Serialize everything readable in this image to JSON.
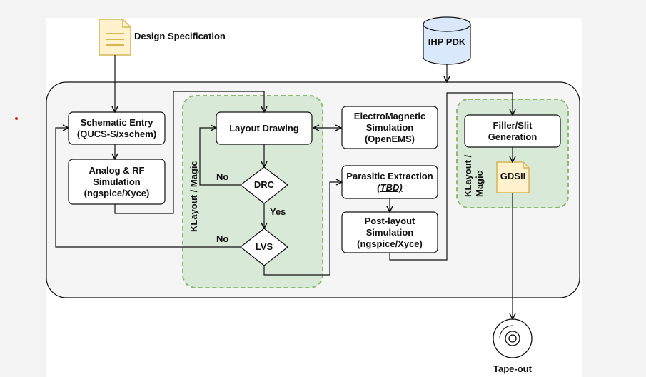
{
  "inputs": {
    "design_spec": "Design Specification",
    "pdk": "IHP PDK"
  },
  "nodes": {
    "schematic": [
      "Schematic Entry",
      "(QUCS-S/xschem)"
    ],
    "analog_sim": [
      "Analog & RF",
      "Simulation",
      "(ngspice/Xyce)"
    ],
    "layout": "Layout Drawing",
    "drc": "DRC",
    "lvs": "LVS",
    "em_sim": [
      "ElectroMagnetic",
      "Simulation",
      "(OpenEMS)"
    ],
    "parasitic": [
      "Parasitic Extraction",
      "(TBD)"
    ],
    "post_layout": [
      "Post-layout",
      "Simulation",
      "(ngspice/Xyce)"
    ],
    "filler": [
      "Filler/Slit",
      "Generation"
    ],
    "gdsii": "GDSII",
    "tapeout": "Tape-out"
  },
  "edge_labels": {
    "drc_no": "No",
    "drc_yes": "Yes",
    "lvs_no": "No"
  },
  "groups": {
    "layout_tool": "KLayout / Magic",
    "filler_tool": [
      "KLayout /",
      "Magic"
    ]
  },
  "colors": {
    "background": "#f3f3f3",
    "canvas": "#ffffff",
    "flow_panel": "#f5f5f5",
    "tool_group_fill": "#d5e8d4",
    "tool_group_border": "#82b366",
    "doc_fill": "#fff2cc",
    "doc_border": "#d6b656",
    "db_fill": "#dae8fc",
    "db_border": "#6c8ebf",
    "accent_dot": "#e02020"
  }
}
